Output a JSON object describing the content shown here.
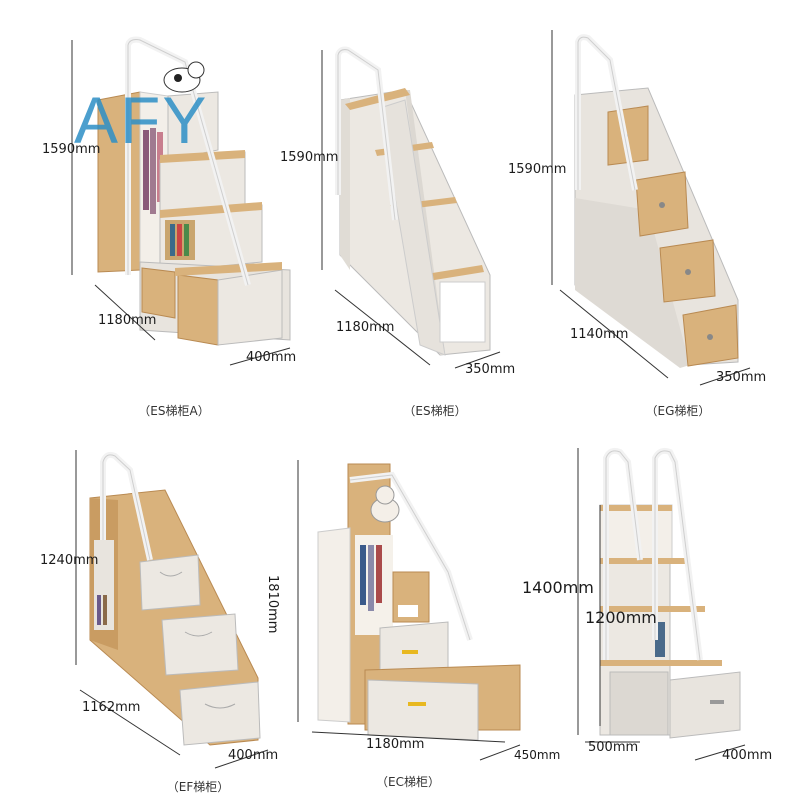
{
  "watermark": "AFY",
  "products": [
    {
      "caption": "（ES梯柜A）",
      "height": "1590mm",
      "width": "1180mm",
      "depth": "400mm"
    },
    {
      "caption": "（ES梯柜）",
      "height": "1590mm",
      "width": "1180mm",
      "depth": "350mm"
    },
    {
      "caption": "（EG梯柜）",
      "height": "1590mm",
      "width": "1140mm",
      "depth": "350mm"
    },
    {
      "caption": "（EF梯柜）",
      "height": "1240mm",
      "width": "1162mm",
      "depth": "400mm"
    },
    {
      "caption": "（EC梯柜）",
      "height": "1810mm",
      "width": "1180mm",
      "depth": "450mm"
    },
    {
      "caption": "",
      "height": "1400mm",
      "height2": "1200mm",
      "width": "500mm",
      "depth": "400mm"
    }
  ],
  "colors": {
    "wood": "#d9b27c",
    "wood_dark": "#b98a52",
    "white_panel": "#ece8e2",
    "grey_panel": "#dcd8d2",
    "rail": "#f2f2f2"
  }
}
